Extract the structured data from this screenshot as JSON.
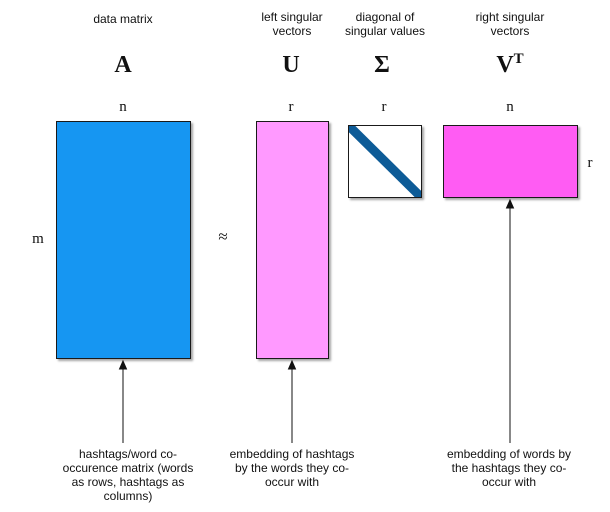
{
  "labels": {
    "A": {
      "heading": "data matrix",
      "symbol": "A"
    },
    "U": {
      "heading": "left singular vectors",
      "symbol": "U"
    },
    "S": {
      "heading": "diagonal of singular values",
      "symbol": "Σ"
    },
    "V": {
      "heading": "right singular vectors",
      "symbol": "V",
      "superscript": "T"
    }
  },
  "dims": {
    "A_cols": "n",
    "A_rows": "m",
    "U_cols": "r",
    "S_cols": "r",
    "V_cols": "n",
    "V_rows": "r"
  },
  "approx": "≈",
  "captions": {
    "A": "hashtags/word co-occurence matrix (words as rows, hashtags as columns)",
    "U": "embedding of hashtags by the words they co-occur with",
    "V": "embedding of words by the hashtags they co-occur with"
  },
  "colors": {
    "A": "#1696f2",
    "U": "#ff99ff",
    "S_band": "#0d5b97",
    "V": "#ff5cf3"
  }
}
